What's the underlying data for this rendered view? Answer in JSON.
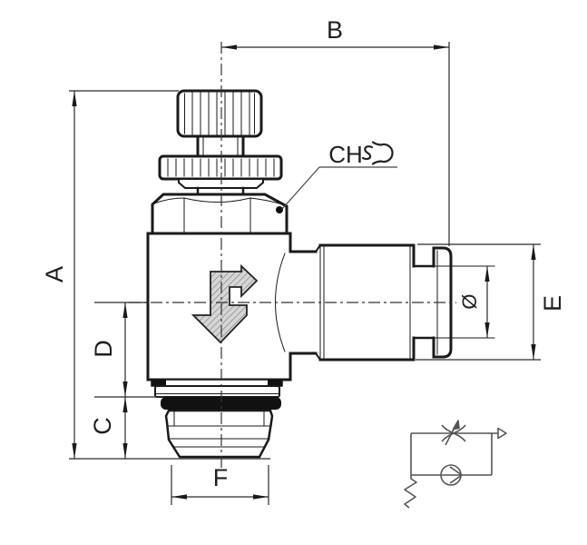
{
  "drawing": {
    "type": "technical-drawing",
    "subject": "elbow flow control valve fitting, side view with dimensions",
    "labels": {
      "a": "A",
      "b": "B",
      "c": "C",
      "d": "D",
      "e": "E",
      "f": "F",
      "dia": "Ø",
      "ch": "CH"
    },
    "colors": {
      "outline": "#1a1a1a",
      "dimension_lines": "#2a2a2a",
      "text": "#1f1f1f",
      "schematic": "#555555",
      "hatch_fill": "#d6d6d6",
      "marker_dot": "#111111",
      "background": "#ffffff"
    },
    "icons": {
      "wrench": "wrench-icon",
      "flow_arrow": "flow-direction-arrow",
      "circuit": "flow-regulator-schematic-icon"
    }
  }
}
